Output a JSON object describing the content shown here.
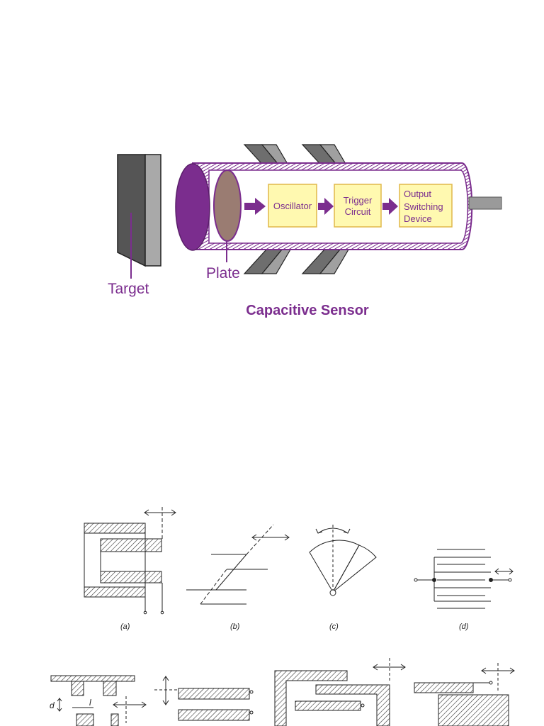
{
  "sensor_diagram": {
    "title": "Capacitive Sensor",
    "target_label": "Target",
    "plate_label": "Plate",
    "oscillator_label": "Oscillator",
    "trigger_label_line1": "Trigger",
    "trigger_label_line2": "Circuit",
    "output_label_line1": "Output",
    "output_label_line2": "Switching",
    "output_label_line3": "Device",
    "colors": {
      "accent": "#7b2d8e",
      "box_fill": "#fff9b0",
      "box_stroke": "#e0b84a",
      "plate_fill": "#9a7c72",
      "target_dark": "#555555",
      "target_light": "#a9a9a9",
      "bracket": "#6e6e6e",
      "rod": "#9a9a9a"
    }
  },
  "configurations": {
    "label_a": "(a)",
    "label_b": "(b)",
    "label_c": "(c)",
    "label_d": "(d)",
    "dim_d": "d",
    "dim_l": "l"
  }
}
